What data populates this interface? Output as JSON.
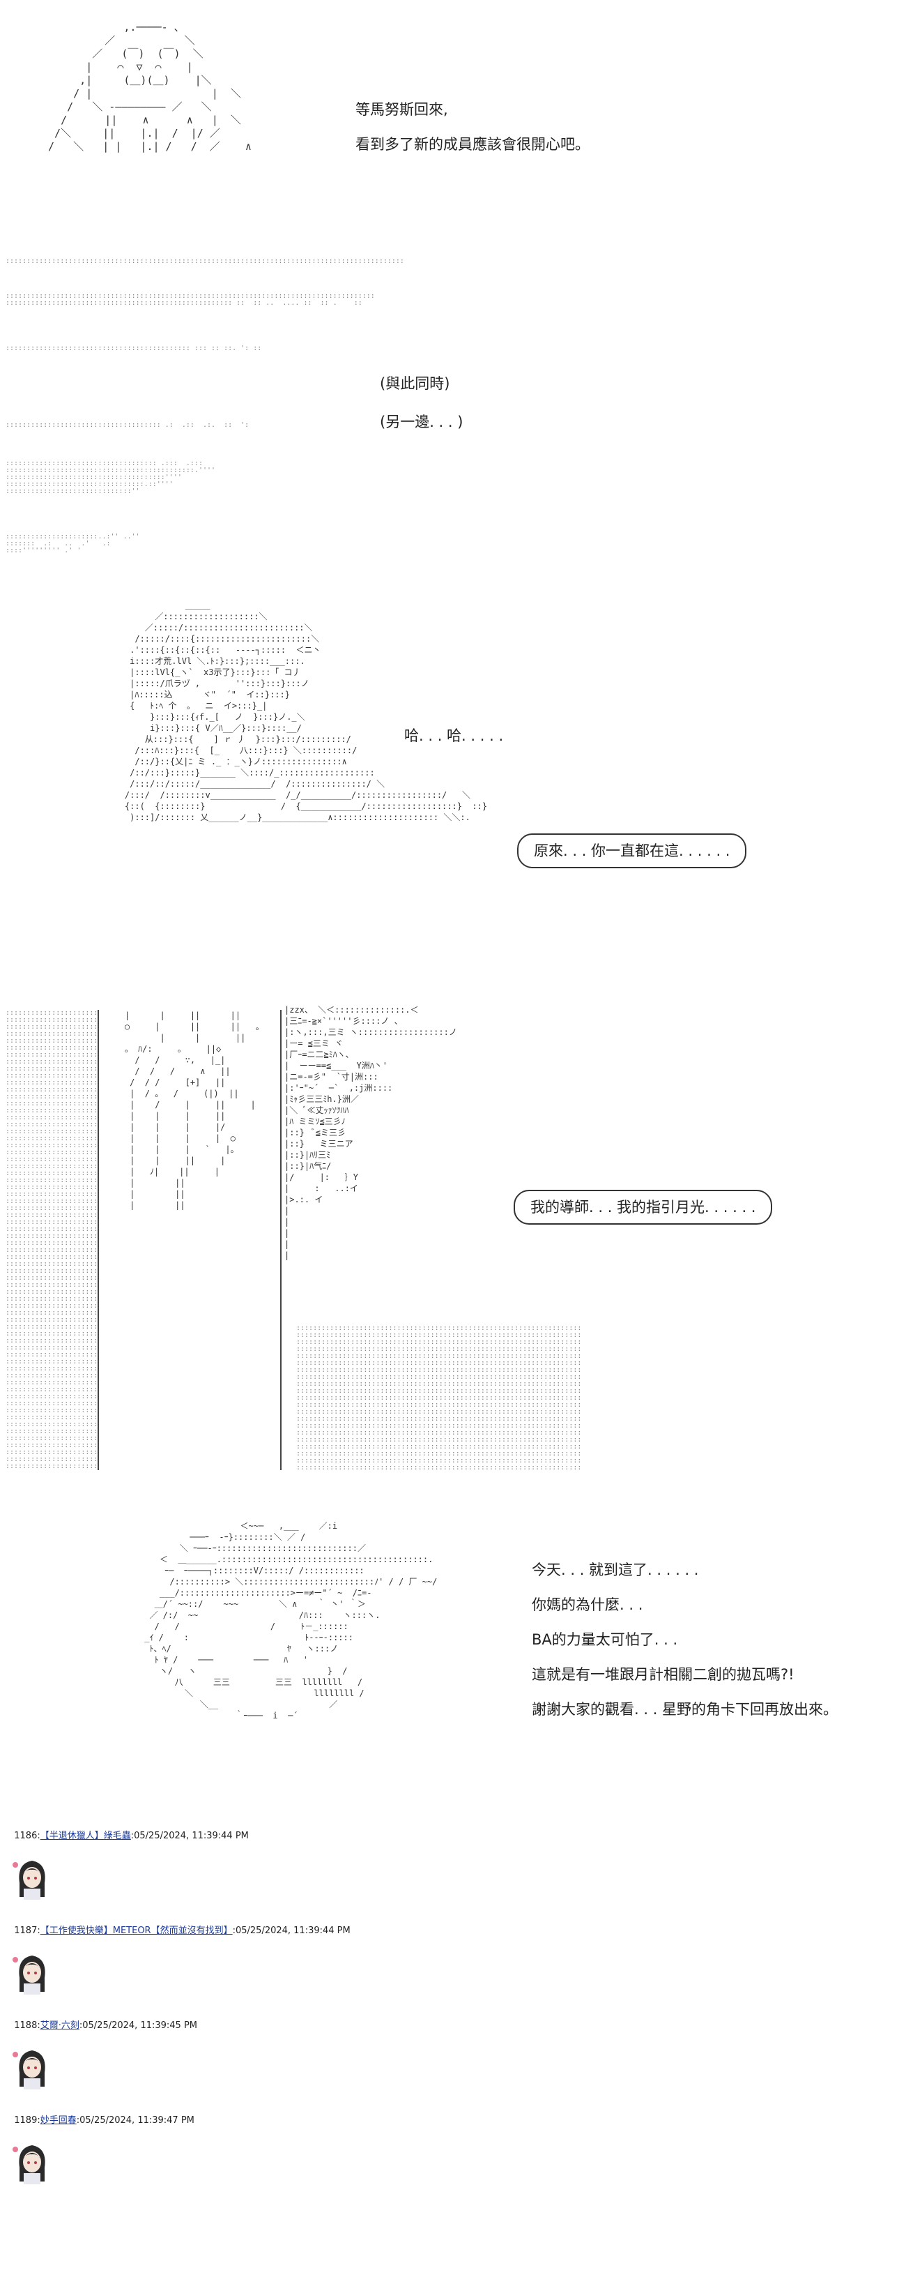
{
  "scene1": {
    "line1": "等馬努斯回來,",
    "line2": "看到多了新的成員應該會很開心吧。"
  },
  "scene2": {
    "meanwhile": "(與此同時)",
    "elsewhere": "(另一邊. . . )"
  },
  "scene3": {
    "haha": "哈. . . 哈. . . . .",
    "bubble": "原來. . . 你一直都在這. . . . . ."
  },
  "scene4": {
    "bubble": "我的導師. . . 我的指引月光. . . . . ."
  },
  "scene5": {
    "lines": [
      "今天. . . 就到這了. . . . . .",
      "你媽的為什麼. . .",
      "BA的力量太可怕了. . .",
      "這就是有一堆跟月計相關二創的拋瓦嗎?!",
      "謝謝大家的觀看. . . 星野的角卡下回再放出來。"
    ]
  },
  "posts": [
    {
      "num": "1186:",
      "user": "【半退休獵人】綠毛蟲",
      "time": ":05/25/2024, 11:39:44 PM"
    },
    {
      "num": "1187:",
      "user": "【工作使我快樂】METEOR【然而並沒有找到】",
      "time": ":05/25/2024, 11:39:44 PM"
    },
    {
      "num": "1188:",
      "user": "艾爾·六刻",
      "time": ":05/25/2024, 11:39:45 PM"
    },
    {
      "num": "1189:",
      "user": "妙手回春",
      "time": ":05/25/2024, 11:39:47 PM"
    }
  ]
}
